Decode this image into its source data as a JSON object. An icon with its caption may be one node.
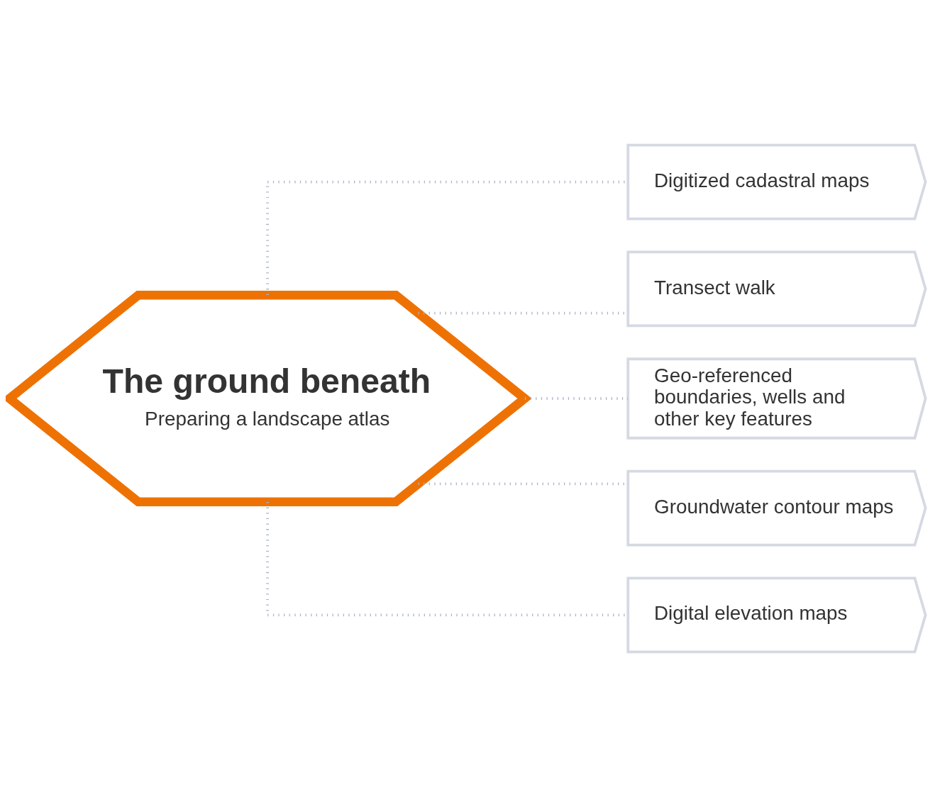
{
  "diagram": {
    "nodes": [
      {
        "text": [
          "The ground beneath",
          "Preparing a landscape atlas"
        ]
      },
      {
        "text": [
          "Digitized cadastral maps"
        ]
      },
      {
        "text": [
          "Transect walk"
        ]
      },
      {
        "text": [
          "Geo-referenced boundaries, wells and other key features"
        ]
      },
      {
        "text": [
          "Groundwater contour maps"
        ]
      },
      {
        "text": [
          "Digital elevation maps"
        ]
      }
    ],
    "edges": [
      {
        "from": 0,
        "to": 1,
        "arrow": "none",
        "style": "dashed"
      },
      {
        "from": 0,
        "to": 2,
        "arrow": "none",
        "style": "dashed"
      },
      {
        "from": 0,
        "to": 3,
        "arrow": "none",
        "style": "dashed"
      },
      {
        "from": 0,
        "to": 4,
        "arrow": "none",
        "style": "dashed"
      },
      {
        "from": 0,
        "to": 5,
        "arrow": "none",
        "style": "dashed"
      }
    ]
  }
}
